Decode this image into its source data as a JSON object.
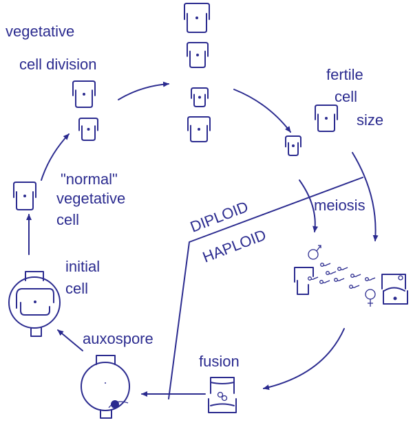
{
  "title": "Diatom life cycle",
  "colors": {
    "ink": "#2b2b8f"
  },
  "labels": {
    "vegetative": "vegetative",
    "cell_division": "cell division",
    "fertile": "fertile",
    "fertile_cell": "cell",
    "fertile_size": "size",
    "meiosis": "meiosis",
    "normal": "\"normal\"",
    "normal_vegetative": "vegetative",
    "normal_cell": "cell",
    "initial": "initial",
    "initial_cell": "cell",
    "auxospore": "auxospore",
    "fusion": "fusion",
    "diploid": "DIPLOID",
    "haploid": "HAPLOID"
  },
  "symbols": {
    "male": "male-symbol",
    "female": "female-symbol"
  }
}
